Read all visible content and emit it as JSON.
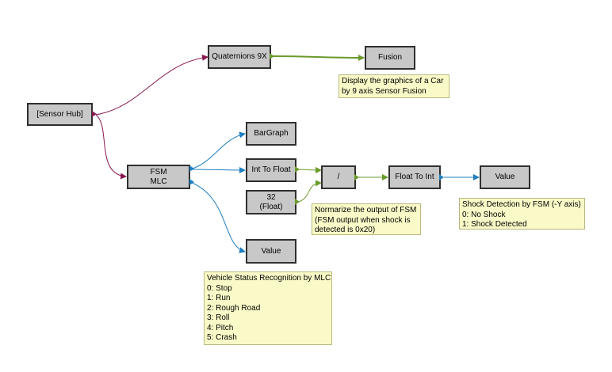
{
  "nodes": {
    "sensor_hub": "[Sensor Hub]",
    "quaternions": "Quaternions 9X",
    "fusion": "Fusion",
    "bargraph": "BarGraph",
    "fsm_mlc": "FSM\nMLC",
    "int_to_float": "Int To Float",
    "const_float": "32\n(Float)",
    "divide": "/",
    "float_to_int": "Float To Int",
    "value_right": "Value",
    "value_bottom": "Value"
  },
  "notes": {
    "fusion_note": [
      "Display the graphics of a Car",
      "by 9 axis Sensor Fusion"
    ],
    "normalize_note": [
      "Normarize the output of FSM",
      "(FSM output when shock is",
      "detected is 0x20)"
    ],
    "shock_note": [
      "Shock Detection by FSM (-Y axis)",
      "0:  No Shock",
      "1:  Shock Detected"
    ],
    "vehicle_note": [
      "Vehicle Status Recognition by MLC",
      "0: Stop",
      "1: Run",
      "2: Rough Road",
      "3: Roll",
      "4: Pitch",
      "5: Crash"
    ]
  },
  "colors": {
    "purple_link": "#8a1a52",
    "blue_link": "#1f7fbf",
    "green_link": "#6a9a2a",
    "node_fill": "#c8c8c8",
    "note_fill": "#fafac8"
  }
}
